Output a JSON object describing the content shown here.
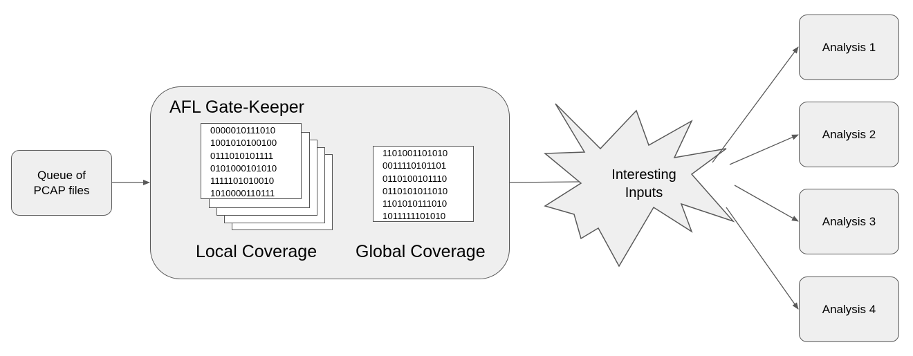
{
  "queue": {
    "label": "Queue of\nPCAP files"
  },
  "gatekeeper": {
    "title": "AFL Gate-Keeper",
    "local_label": "Local Coverage",
    "global_label": "Global Coverage",
    "local_bitmap": [
      "0000010111010",
      "1001010100100",
      "0111010101111",
      "0101000101010",
      "1111101010010",
      "1010000110111"
    ],
    "global_bitmap": [
      "1101001101010",
      "0011110101101",
      "0110100101110",
      "0110101011010",
      "1101010111010",
      "1011111101010"
    ]
  },
  "interesting": {
    "label": "Interesting\nInputs"
  },
  "analyses": [
    {
      "label": "Analysis 1"
    },
    {
      "label": "Analysis 2"
    },
    {
      "label": "Analysis 3"
    },
    {
      "label": "Analysis 4"
    }
  ],
  "colors": {
    "node_fill": "#efefef",
    "stroke": "#595959",
    "page_fill": "#ffffff"
  }
}
